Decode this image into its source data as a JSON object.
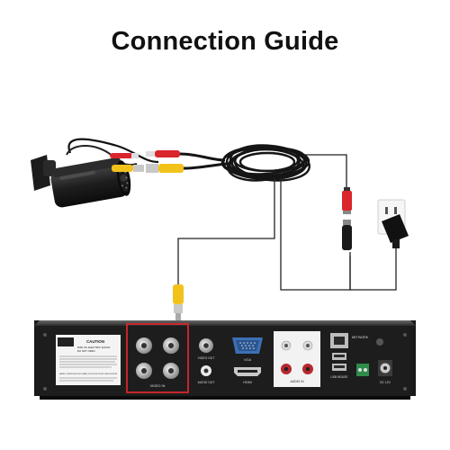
{
  "title": "Connection Guide",
  "panel": {
    "caution_heading": "CAUTION",
    "caution_line1": "RISK OF ELECTRIC SHOCK",
    "caution_line2": "DO NOT OPEN",
    "warning_text": "WARNING: TO PREVENT FIRE OR SHOCK HAZARD, DO NOT EXPOSE THIS UNIT TO RAIN OR MOISTURE",
    "video_in": "VIDEO IN",
    "video_out": "VIDEO OUT",
    "audio_out": "AUDIO OUT",
    "vga": "VGA",
    "hdmi": "HDMI",
    "audio_in": "AUDIO IN",
    "network": "NETWORK",
    "usb": "USB MOUSE",
    "power": "DC 12V"
  },
  "colors": {
    "highlight": "#d9262c",
    "bnc_yellow": "#f2c21b",
    "vga_blue": "#3d6fb5",
    "dc_red": "#d9262c",
    "dvr_body": "#1d1d1d",
    "cable": "#151515"
  }
}
